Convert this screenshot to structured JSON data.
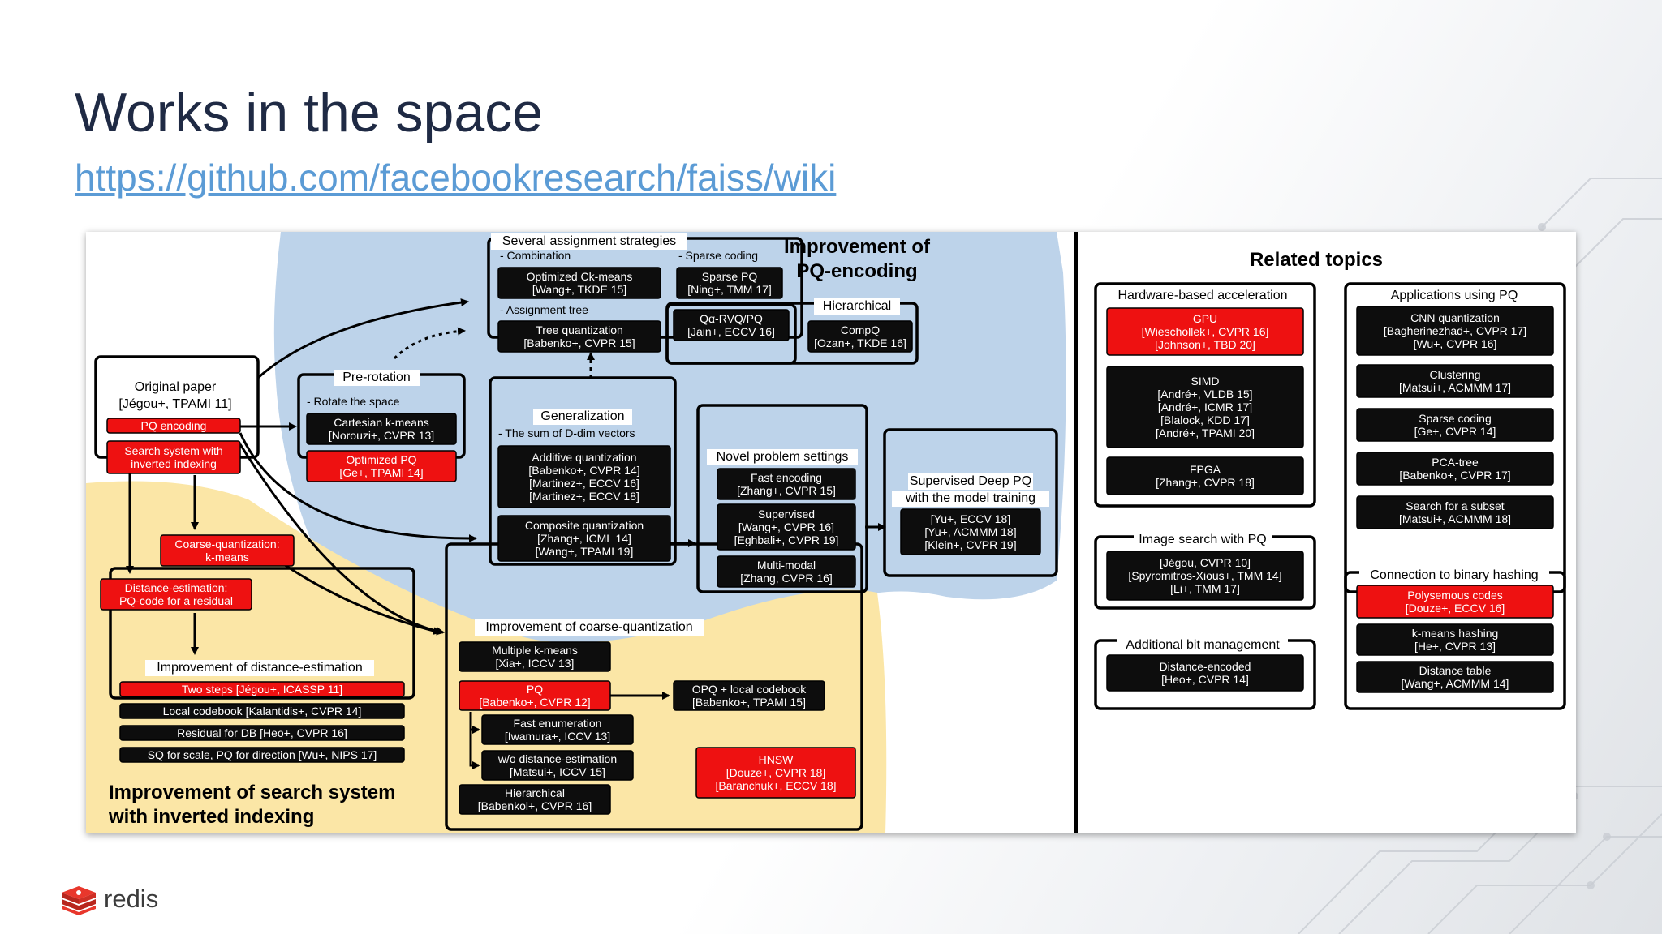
{
  "slide": {
    "title": "Works in the space",
    "link": "https://github.com/facebookresearch/faiss/wiki",
    "logo_text": "redis",
    "logo_icon": "redis-cube-icon"
  },
  "colors": {
    "red": "#ee1111",
    "black": "#0d0d0d",
    "blue_region": "#bdd3ea",
    "yellow_region": "#fbe6a6"
  },
  "diagram": {
    "region_labels": {
      "pq_improvement": [
        "Improvement of",
        "PQ-encoding"
      ],
      "search_improvement": [
        "Improvement of search system",
        "with inverted indexing"
      ],
      "related": "Related topics"
    },
    "groups": {
      "assignment": "Several assignment strategies",
      "combination": "- Combination",
      "sparse_coding": "- Sparse coding",
      "assignment_tree": "- Assignment tree",
      "hierarchical": "Hierarchical",
      "original": [
        "Original paper",
        "[Jégou+, TPAMI 11]"
      ],
      "prerotation": "Pre-rotation",
      "rotate": "- Rotate the space",
      "generalization": "Generalization",
      "sum": "- The sum of D-dim vectors",
      "novel": "Novel problem settings",
      "supervised_deep": [
        "Supervised Deep PQ",
        "with the model training"
      ],
      "coarse_improve": "Improvement of coarse-quantization",
      "dist_improve": "Improvement of distance-estimation",
      "hw": "Hardware-based acceleration",
      "apps": "Applications using PQ",
      "imgsearch": "Image search with PQ",
      "bitmgmt": "Additional bit management",
      "binhash": "Connection to binary hashing"
    },
    "boxes": {
      "ock": [
        "Optimized Ck-means",
        "[Wang+, TKDE 15]"
      ],
      "sparse_pq": [
        "Sparse PQ",
        "[Ning+, TMM 17]"
      ],
      "tree_q": [
        "Tree quantization",
        "[Babenko+, CVPR 15]"
      ],
      "qa_rvq": [
        "Qα-RVQ/PQ",
        "[Jain+, ECCV 16]"
      ],
      "compq": [
        "CompQ",
        "[Ozan+, TKDE 16]"
      ],
      "pq_encoding": [
        "PQ encoding"
      ],
      "search_inv": [
        "Search system with",
        "inverted indexing"
      ],
      "cart_kmeans": [
        "Cartesian k-means",
        "[Norouzi+, CVPR 13]"
      ],
      "opq": [
        "Optimized PQ",
        "[Ge+, TPAMI 14]"
      ],
      "additive": [
        "Additive quantization",
        "[Babenko+, CVPR 14]",
        "[Martinez+, ECCV 16]",
        "[Martinez+, ECCV 18]"
      ],
      "composite": [
        "Composite quantization",
        "[Zhang+, ICML 14]",
        "[Wang+, TPAMI 19]"
      ],
      "fast_enc": [
        "Fast encoding",
        "[Zhang+, CVPR 15]"
      ],
      "supervised": [
        "Supervised",
        "[Wang+, CVPR 16]",
        "[Eghbali+, CVPR 19]"
      ],
      "multimodal": [
        "Multi-modal",
        "[Zhang, CVPR 16]"
      ],
      "sdpq": [
        "[Yu+, ECCV 18]",
        "[Yu+, ACMMM 18]",
        "[Klein+, CVPR 19]"
      ],
      "coarse_kmeans": [
        "Coarse-quantization:",
        "k-means"
      ],
      "dist_est": [
        "Distance-estimation:",
        "PQ-code for a residual"
      ],
      "two_steps": [
        "Two steps [Jégou+, ICASSP 11]"
      ],
      "local_cb": [
        "Local codebook [Kalantidis+, CVPR 14]"
      ],
      "residual_db": [
        "Residual for DB [Heo+, CVPR 16]"
      ],
      "sq_scale": [
        "SQ for scale, PQ for direction [Wu+, NIPS 17]"
      ],
      "multi_kmeans": [
        "Multiple k-means",
        "[Xia+, ICCV 13]"
      ],
      "pq_red": [
        "PQ",
        "[Babenko+, CVPR 12]"
      ],
      "opq_local": [
        "OPQ + local codebook",
        "[Babenko+, TPAMI 15]"
      ],
      "fast_enum": [
        "Fast enumeration",
        "[Iwamura+, ICCV 13]"
      ],
      "wo_dist": [
        "w/o distance-estimation",
        "[Matsui+, ICCV 15]"
      ],
      "hier_babenko": [
        "Hierarchical",
        "[Babenkol+, CVPR 16]"
      ],
      "hnsw": [
        "HNSW",
        "[Douze+, CVPR 18]",
        "[Baranchuk+, ECCV 18]"
      ],
      "gpu": [
        "GPU",
        "[Wieschollek+, CVPR 16]",
        "[Johnson+, TBD 20]"
      ],
      "simd": [
        "SIMD",
        "[André+, VLDB 15]",
        "[André+, ICMR 17]",
        "[Blalock, KDD 17]",
        "[André+, TPAMI 20]"
      ],
      "fpga": [
        "FPGA",
        "[Zhang+, CVPR 18]"
      ],
      "imgsearch_box": [
        "[Jégou, CVPR 10]",
        "[Spyromitros-Xious+, TMM 14]",
        "[Li+, TMM 17]"
      ],
      "dist_encoded": [
        "Distance-encoded",
        "[Heo+, CVPR 14]"
      ],
      "cnn_q": [
        "CNN quantization",
        "[Bagherinezhad+, CVPR 17]",
        "[Wu+, CVPR 16]"
      ],
      "clustering": [
        "Clustering",
        "[Matsui+, ACMMM 17]"
      ],
      "sparse_cod": [
        "Sparse coding",
        "[Ge+, CVPR 14]"
      ],
      "pca_tree": [
        "PCA-tree",
        "[Babenko+, CVPR 17]"
      ],
      "subset": [
        "Search for a subset",
        "[Matsui+, ACMMM 18]"
      ],
      "polysemous": [
        "Polysemous codes",
        "[Douze+, ECCV 16]"
      ],
      "kmeans_hash": [
        "k-means hashing",
        "[He+, CVPR 13]"
      ],
      "dist_table": [
        "Distance table",
        "[Wang+, ACMMM 14]"
      ]
    }
  }
}
